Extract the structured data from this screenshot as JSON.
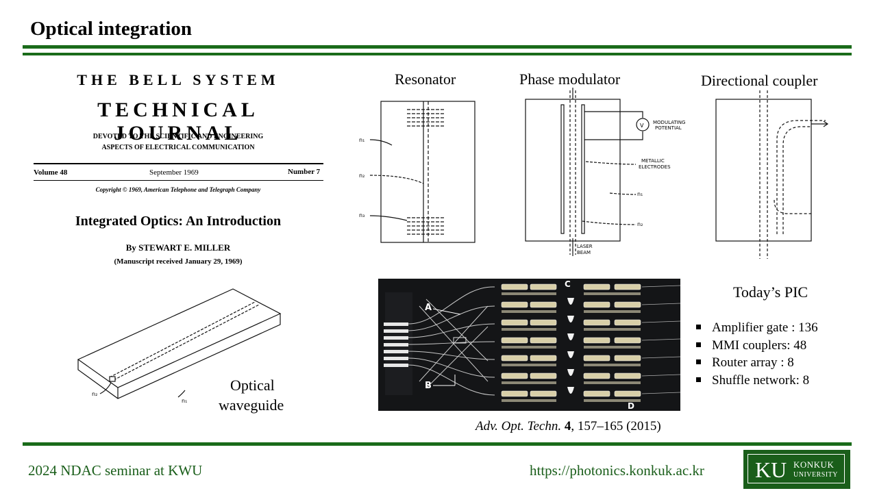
{
  "slide": {
    "title": "Optical integration",
    "footer_left": "2024 NDAC seminar at KWU",
    "footer_url": "https://photonics.konkuk.ac.kr",
    "logo": {
      "mark": "KU",
      "line1": "KONKUK",
      "line2": "UNIVERSITY"
    }
  },
  "journal": {
    "line1": "THE BELL SYSTEM",
    "line2": "TECHNICAL JOURNAL",
    "devoted1": "DEVOTED TO THE SCIENTIFIC AND ENGINEERING",
    "devoted2": "ASPECTS OF ELECTRICAL COMMUNICATION",
    "volume": "Volume 48",
    "date": "September 1969",
    "number": "Number 7",
    "copyright": "Copyright © 1969, American Telephone and Telegraph Company",
    "paper_title": "Integrated Optics: An Introduction",
    "author": "By STEWART E. MILLER",
    "manuscript": "(Manuscript received January 29, 1969)"
  },
  "waveguide": {
    "caption_line1": "Optical",
    "caption_line2": "waveguide",
    "label_n2": "n₂",
    "label_n1": "n₁"
  },
  "figures": {
    "resonator": {
      "caption": "Resonator",
      "n1": "n₁",
      "n2": "n₂",
      "n3": "n₃"
    },
    "phase_modulator": {
      "caption": "Phase modulator",
      "v": "V",
      "modulating1": "MODULATING",
      "modulating2": "POTENTIAL",
      "metallic1": "METALLIC",
      "metallic2": "ELECTRODES",
      "n1": "n₁",
      "n2": "n₂",
      "laser1": "LASER",
      "laser2": "BEAM"
    },
    "directional_coupler": {
      "caption": "Directional coupler"
    }
  },
  "chip": {
    "label_a": "A",
    "label_b": "B",
    "label_c": "C",
    "label_d": "D"
  },
  "today_pic": {
    "heading": "Today’s PIC",
    "items": [
      "Amplifier gate : 136",
      "MMI couplers: 48",
      "Router array : 8",
      "Shuffle network: 8"
    ]
  },
  "reference": {
    "journal": "Adv. Opt. Techn.",
    "volume": "4",
    "pages_year": ", 157–165 (2015)"
  }
}
